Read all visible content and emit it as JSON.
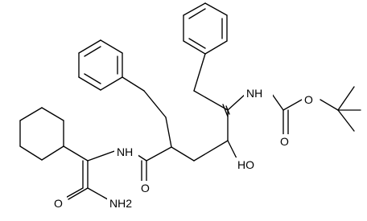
{
  "molecule": {
    "atoms": {
      "nh_top": "NH",
      "o_carbamate": "O",
      "o_carbonyl_carbamate": "O",
      "oh": "HO",
      "nh_amide": "NH",
      "o_amide": "O",
      "o_primary_amide": "O",
      "nh2": "NH2"
    }
  },
  "colors": {
    "bond": "#000000",
    "background": "#ffffff"
  }
}
